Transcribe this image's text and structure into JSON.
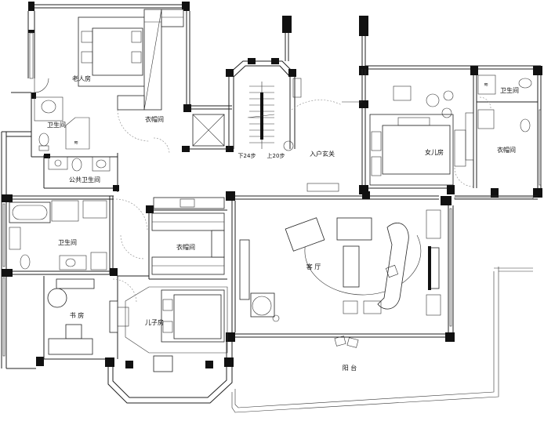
{
  "plan": {
    "rooms": {
      "elder_room": "老人房",
      "closet_top": "衣帽间",
      "bath_top_left": "卫生间",
      "public_bath": "公共卫生间",
      "bath_left": "卫生间",
      "study": "书 房",
      "closet_mid": "衣帽间",
      "son_room": "儿子房",
      "living_room": "客 厅",
      "balcony": "阳 台",
      "entrance": "入户玄关",
      "daughter_room": "女儿房",
      "closet_right": "衣帽间",
      "bath_right": "卫生间"
    },
    "stairs": {
      "down": "下24步",
      "up": "上20步"
    }
  }
}
